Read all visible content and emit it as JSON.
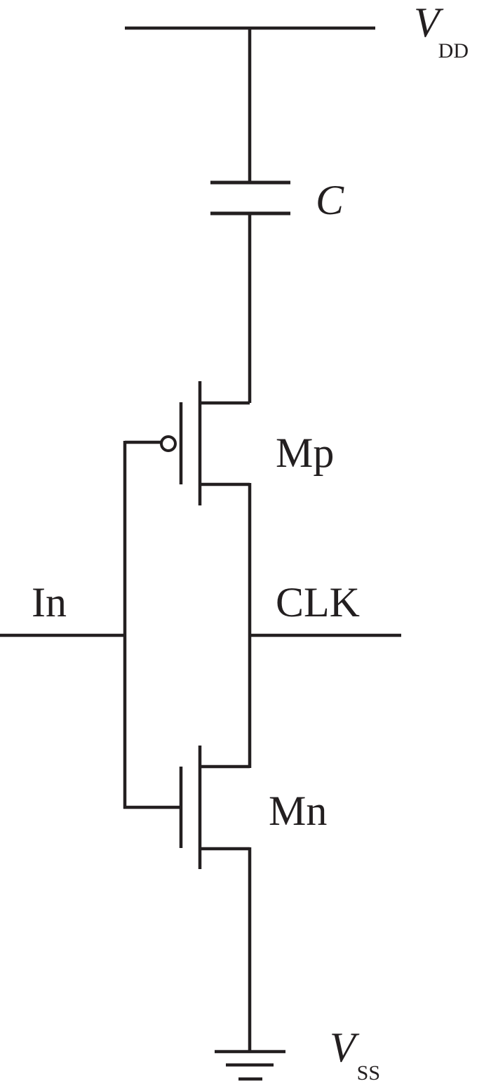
{
  "supply_top": {
    "symbol": "V",
    "subscript": "DD"
  },
  "capacitor": {
    "label": "C"
  },
  "pmos": {
    "label": "Mp"
  },
  "nmos": {
    "label": "Mn"
  },
  "input": {
    "label": "In"
  },
  "output": {
    "label": "CLK"
  },
  "supply_bottom": {
    "symbol": "V",
    "subscript": "SS"
  }
}
